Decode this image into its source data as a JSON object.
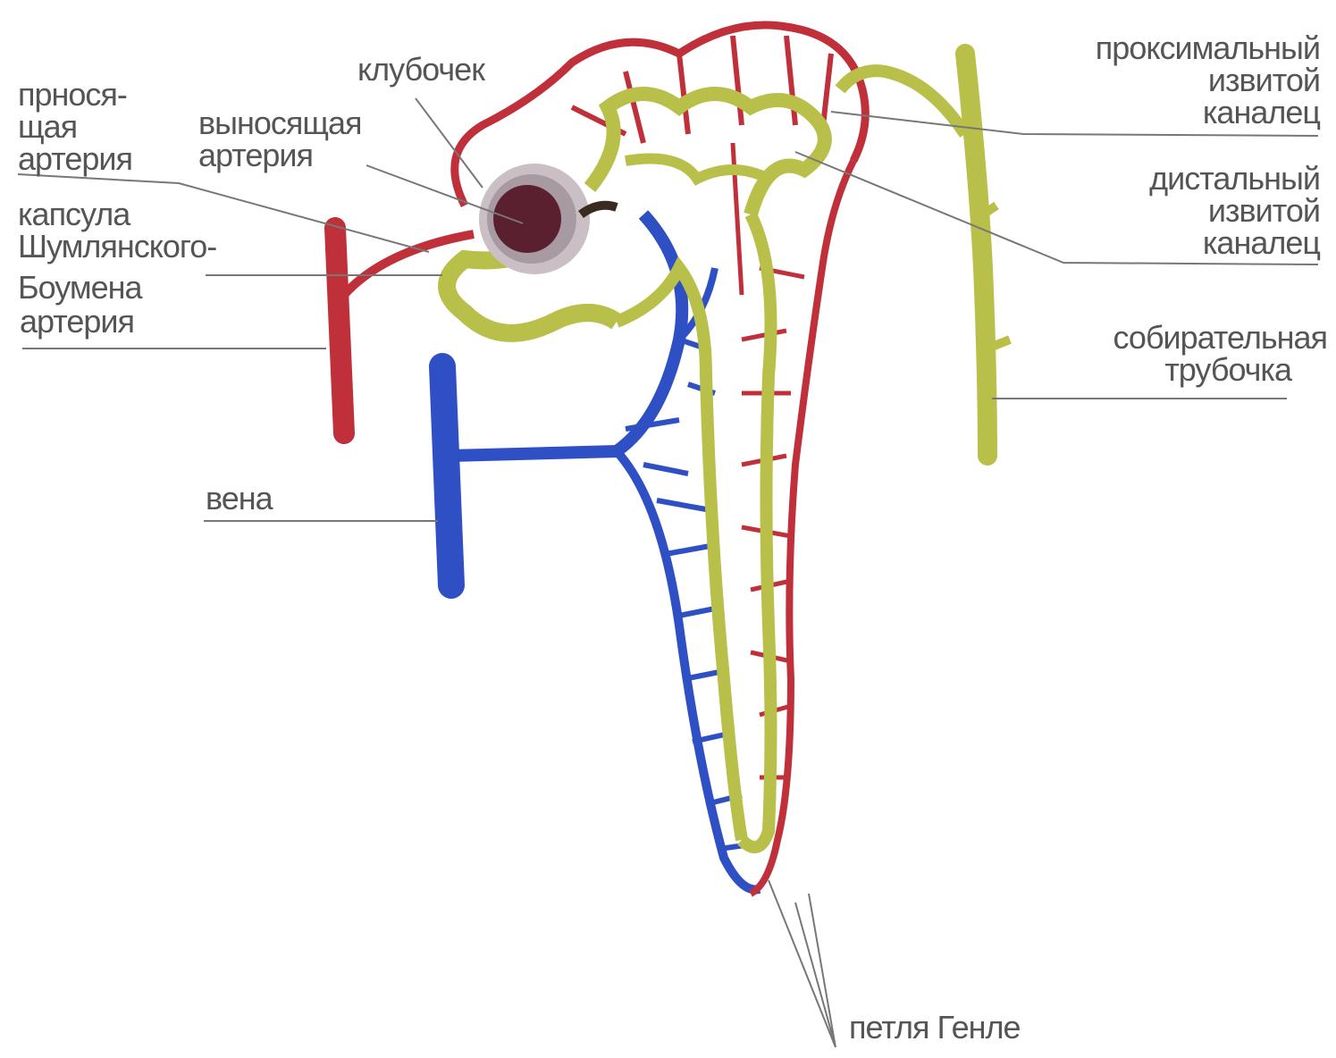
{
  "labels": {
    "afferent": [
      "прнося-",
      "щая",
      "артерия"
    ],
    "glomerulus": [
      "клубочек"
    ],
    "efferent": [
      "выносящая",
      "артерия"
    ],
    "capsule": [
      "капсула",
      "Шумлянского-",
      "Боумена"
    ],
    "artery": [
      "артерия"
    ],
    "vein": [
      "вена"
    ],
    "proximal": [
      "проксимальный",
      "извитой",
      "каналец"
    ],
    "distal": [
      "дистальный",
      "извитой",
      "каналец"
    ],
    "collecting": [
      "собирательная",
      "трубочка"
    ],
    "henle": [
      "петля Генле"
    ]
  },
  "colors": {
    "artery": "#c0303a",
    "vein": "#2f4fc4",
    "tubule": "#b9c04a",
    "tubule_dark": "#9aa235",
    "glomerulus": "#5a2030",
    "capsule": "#c9bfc4",
    "leader": "#777777",
    "text": "#555555"
  }
}
